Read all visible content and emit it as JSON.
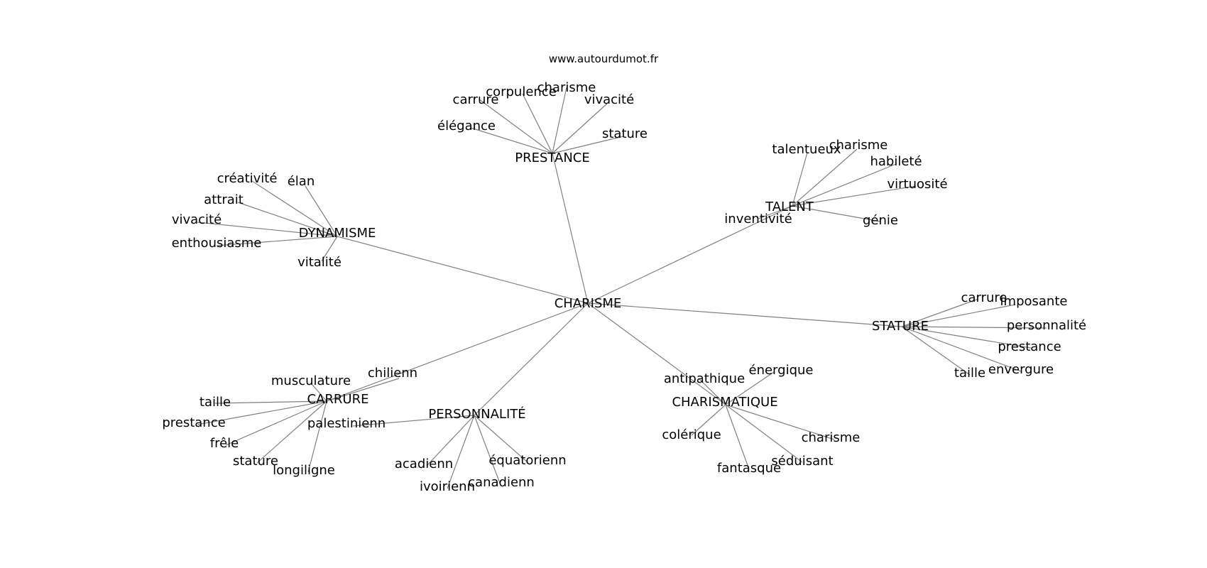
{
  "site": "www.autourdumot.fr",
  "graph": {
    "nodes": [
      {
        "id": "charisme_c",
        "label": "CHARISME"
      },
      {
        "id": "prestance_h",
        "label": "PRESTANCE"
      },
      {
        "id": "dynamisme_h",
        "label": "DYNAMISME"
      },
      {
        "id": "talent_h",
        "label": "TALENT"
      },
      {
        "id": "stature_h",
        "label": "STATURE"
      },
      {
        "id": "carrure_h",
        "label": "CARRURE"
      },
      {
        "id": "personnalite_h",
        "label": "PERSONNALITÉ"
      },
      {
        "id": "charismatique_h",
        "label": "CHARISMATIQUE"
      },
      {
        "id": "p_carrure",
        "label": "carrure"
      },
      {
        "id": "p_corpulence",
        "label": "corpulence"
      },
      {
        "id": "p_charisme",
        "label": "charisme"
      },
      {
        "id": "p_vivacite",
        "label": "vivacité"
      },
      {
        "id": "p_elegance",
        "label": "élégance"
      },
      {
        "id": "p_stature",
        "label": "stature"
      },
      {
        "id": "d_creativite",
        "label": "créativité"
      },
      {
        "id": "d_elan",
        "label": "élan"
      },
      {
        "id": "d_attrait",
        "label": "attrait"
      },
      {
        "id": "d_vivacite",
        "label": "vivacité"
      },
      {
        "id": "d_enthousiasme",
        "label": "enthousiasme"
      },
      {
        "id": "d_vitalite",
        "label": "vitalité"
      },
      {
        "id": "t_talentueux",
        "label": "talentueux"
      },
      {
        "id": "t_charisme",
        "label": "charisme"
      },
      {
        "id": "t_habilete",
        "label": "habileté"
      },
      {
        "id": "t_virtuosite",
        "label": "virtuosité"
      },
      {
        "id": "t_inventivite",
        "label": "inventivité"
      },
      {
        "id": "t_genie",
        "label": "génie"
      },
      {
        "id": "s_carrure",
        "label": "carrure"
      },
      {
        "id": "s_imposante",
        "label": "imposante"
      },
      {
        "id": "s_personnalite",
        "label": "personnalité"
      },
      {
        "id": "s_prestance",
        "label": "prestance"
      },
      {
        "id": "s_envergure",
        "label": "envergure"
      },
      {
        "id": "s_taille",
        "label": "taille"
      },
      {
        "id": "c_chilienn",
        "label": "chilienn"
      },
      {
        "id": "c_musculature",
        "label": "musculature"
      },
      {
        "id": "c_taille",
        "label": "taille"
      },
      {
        "id": "c_prestance",
        "label": "prestance"
      },
      {
        "id": "c_frele",
        "label": "frêle"
      },
      {
        "id": "c_stature",
        "label": "stature"
      },
      {
        "id": "c_longiligne",
        "label": "longiligne"
      },
      {
        "id": "pe_palestinienn",
        "label": "palestinienn"
      },
      {
        "id": "pe_acadienn",
        "label": "acadienn"
      },
      {
        "id": "pe_ivoirienn",
        "label": "ivoirienn"
      },
      {
        "id": "pe_canadienn",
        "label": "canadienn"
      },
      {
        "id": "pe_equatorienn",
        "label": "équatorienn"
      },
      {
        "id": "ch_antipathique",
        "label": "antipathique"
      },
      {
        "id": "ch_energique",
        "label": "énergique"
      },
      {
        "id": "ch_colerique",
        "label": "colérique"
      },
      {
        "id": "ch_charisme",
        "label": "charisme"
      },
      {
        "id": "ch_fantasque",
        "label": "fantasque"
      },
      {
        "id": "ch_seduisant",
        "label": "séduisant"
      }
    ],
    "edges": [
      [
        "charisme_c",
        "prestance_h"
      ],
      [
        "charisme_c",
        "dynamisme_h"
      ],
      [
        "charisme_c",
        "talent_h"
      ],
      [
        "charisme_c",
        "stature_h"
      ],
      [
        "charisme_c",
        "carrure_h"
      ],
      [
        "charisme_c",
        "personnalite_h"
      ],
      [
        "charisme_c",
        "charismatique_h"
      ],
      [
        "prestance_h",
        "p_carrure"
      ],
      [
        "prestance_h",
        "p_corpulence"
      ],
      [
        "prestance_h",
        "p_charisme"
      ],
      [
        "prestance_h",
        "p_vivacite"
      ],
      [
        "prestance_h",
        "p_elegance"
      ],
      [
        "prestance_h",
        "p_stature"
      ],
      [
        "dynamisme_h",
        "d_creativite"
      ],
      [
        "dynamisme_h",
        "d_elan"
      ],
      [
        "dynamisme_h",
        "d_attrait"
      ],
      [
        "dynamisme_h",
        "d_vivacite"
      ],
      [
        "dynamisme_h",
        "d_enthousiasme"
      ],
      [
        "dynamisme_h",
        "d_vitalite"
      ],
      [
        "talent_h",
        "t_talentueux"
      ],
      [
        "talent_h",
        "t_charisme"
      ],
      [
        "talent_h",
        "t_habilete"
      ],
      [
        "talent_h",
        "t_virtuosite"
      ],
      [
        "talent_h",
        "t_inventivite"
      ],
      [
        "talent_h",
        "t_genie"
      ],
      [
        "stature_h",
        "s_carrure"
      ],
      [
        "stature_h",
        "s_imposante"
      ],
      [
        "stature_h",
        "s_personnalite"
      ],
      [
        "stature_h",
        "s_prestance"
      ],
      [
        "stature_h",
        "s_envergure"
      ],
      [
        "stature_h",
        "s_taille"
      ],
      [
        "carrure_h",
        "c_chilienn"
      ],
      [
        "carrure_h",
        "c_musculature"
      ],
      [
        "carrure_h",
        "c_taille"
      ],
      [
        "carrure_h",
        "c_prestance"
      ],
      [
        "carrure_h",
        "c_frele"
      ],
      [
        "carrure_h",
        "c_stature"
      ],
      [
        "carrure_h",
        "c_longiligne"
      ],
      [
        "personnalite_h",
        "pe_palestinienn"
      ],
      [
        "personnalite_h",
        "pe_acadienn"
      ],
      [
        "personnalite_h",
        "pe_ivoirienn"
      ],
      [
        "personnalite_h",
        "pe_canadienn"
      ],
      [
        "personnalite_h",
        "pe_equatorienn"
      ],
      [
        "charismatique_h",
        "ch_antipathique"
      ],
      [
        "charismatique_h",
        "ch_energique"
      ],
      [
        "charismatique_h",
        "ch_colerique"
      ],
      [
        "charismatique_h",
        "ch_charisme"
      ],
      [
        "charismatique_h",
        "ch_fantasque"
      ],
      [
        "charismatique_h",
        "ch_seduisant"
      ]
    ]
  }
}
